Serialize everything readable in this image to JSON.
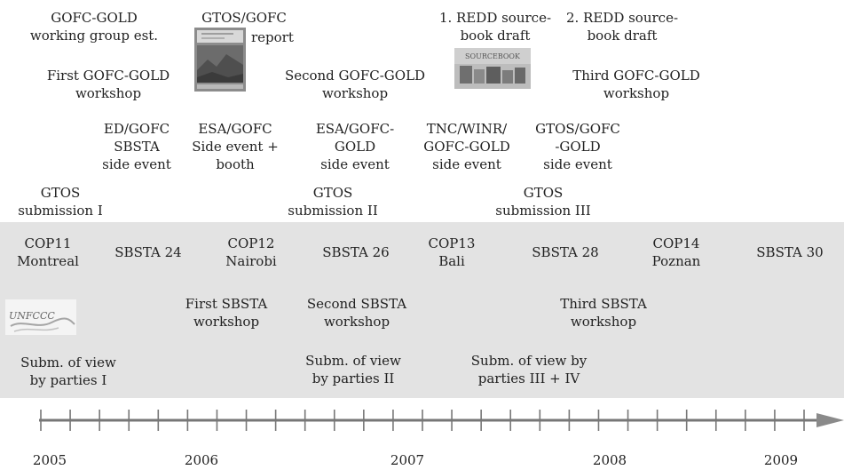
{
  "top_row": {
    "gofc_gold_est": "GOFC-GOLD\nworking group est.",
    "gtos_gofc_report_title": "GTOS/GOFC",
    "gtos_gofc_report_sub": "report",
    "redd_draft_1": "1. REDD source-\nbook draft",
    "redd_draft_2": "2. REDD source-\nbook draft",
    "sourcebook_cover_text": "SOURCEBOOK"
  },
  "workshops": {
    "first": "First GOFC-GOLD\nworkshop",
    "second": "Second GOFC-GOLD\nworkshop",
    "third": "Third GOFC-GOLD\nworkshop"
  },
  "side_events": [
    "ED/GOFC\nSBSTA\nside event",
    "ESA/GOFC\nSide event +\nbooth",
    "ESA/GOFC-\nGOLD\nside event",
    "TNC/WINR/\nGOFC-GOLD\nside event",
    "GTOS/GOFC\n-GOLD\nside event"
  ],
  "gtos_submissions": [
    "GTOS\nsubmission I",
    "GTOS\nsubmission II",
    "GTOS\nsubmission III"
  ],
  "meetings": [
    "COP11\nMontreal",
    "SBSTA 24",
    "COP12\nNairobi",
    "SBSTA 26",
    "COP13\nBali",
    "SBSTA 28",
    "COP14\nPoznan",
    "SBSTA 30"
  ],
  "sbsta_workshops": [
    "First SBSTA\nworkshop",
    "Second SBSTA\nworkshop",
    "Third SBSTA\nworkshop"
  ],
  "unfccc_logo_text": "UNFCCC",
  "party_submissions": [
    "Subm. of view\nby parties I",
    "Subm. of view\nby parties II",
    "Subm. of view by\nparties III + IV"
  ],
  "years": [
    "2005",
    "2006",
    "2007",
    "2008",
    "2009"
  ],
  "colors": {
    "band": "#e3e3e3",
    "axis": "#777777",
    "text": "#222222"
  }
}
